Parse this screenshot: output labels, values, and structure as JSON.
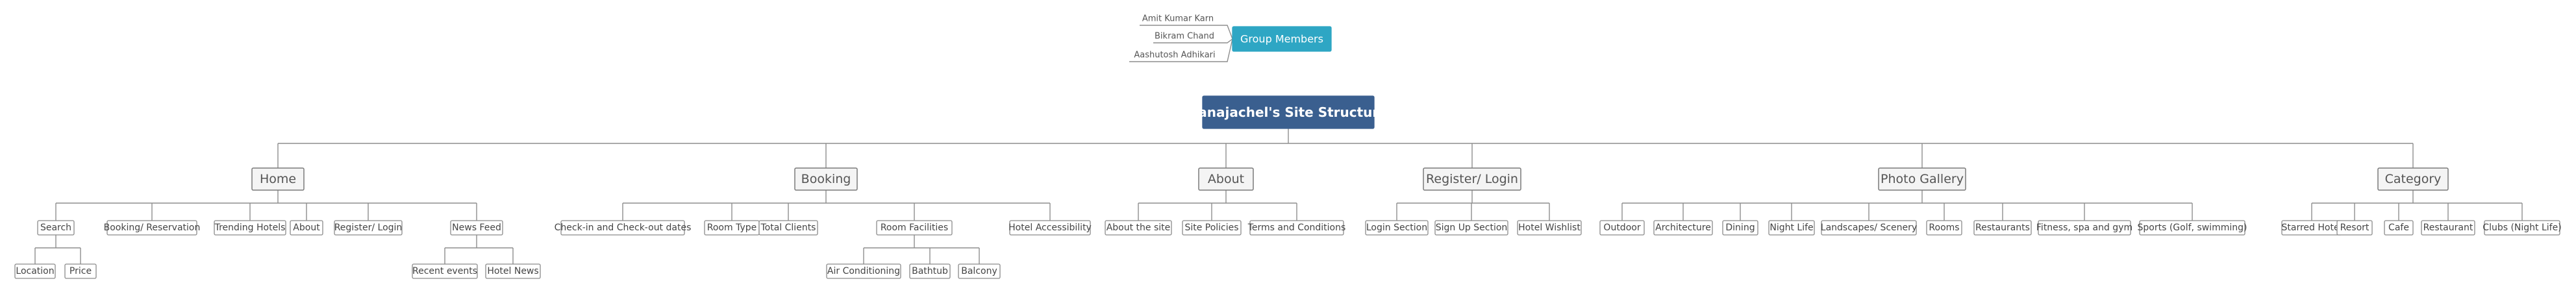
{
  "root": {
    "label": "Panajachel's Site Structure",
    "color": "#3a5f8f"
  },
  "group": {
    "label": "Group Members",
    "color": "#2ea6c4",
    "members": [
      "Amit Kumar Karn",
      "Bikram Chand",
      "Aashutosh Adhikari"
    ]
  },
  "categories": [
    {
      "label": "Home",
      "children": [
        {
          "label": "Search",
          "children": [
            "Location",
            "Price"
          ]
        },
        {
          "label": "Booking/ Reservation"
        },
        {
          "label": "Trending Hotels"
        },
        {
          "label": "About"
        },
        {
          "label": "Register/ Login"
        },
        {
          "label": "News Feed",
          "children": [
            "Recent events",
            "Hotel News"
          ]
        }
      ]
    },
    {
      "label": "Booking",
      "children": [
        {
          "label": "Check-in and Check-out dates"
        },
        {
          "label": "Room Type"
        },
        {
          "label": "Total Clients"
        },
        {
          "label": "Room Facilities",
          "children": [
            "Air Conditioning",
            "Bathtub",
            "Balcony"
          ]
        },
        {
          "label": "Hotel Accessibility"
        }
      ]
    },
    {
      "label": "About",
      "children": [
        {
          "label": "About the site"
        },
        {
          "label": "Site Policies"
        },
        {
          "label": "Terms and Conditions"
        }
      ]
    },
    {
      "label": "Register/ Login",
      "children": [
        {
          "label": "Login Section"
        },
        {
          "label": "Sign Up Section"
        },
        {
          "label": "Hotel Wishlist"
        }
      ]
    },
    {
      "label": "Photo Gallery",
      "children": [
        {
          "label": "Outdoor"
        },
        {
          "label": "Architecture"
        },
        {
          "label": "Dining"
        },
        {
          "label": "Night Life"
        },
        {
          "label": "Landscapes/ Scenery"
        },
        {
          "label": "Rooms"
        },
        {
          "label": "Restaurants"
        },
        {
          "label": "Fitness, spa and gym"
        },
        {
          "label": "Sports (Golf, swimming)"
        }
      ]
    },
    {
      "label": "Category",
      "children": [
        {
          "label": "Starred Hotel"
        },
        {
          "label": "Resort"
        },
        {
          "label": "Cafe"
        },
        {
          "label": "Restaurant"
        },
        {
          "label": "Clubs (Night Life)"
        }
      ]
    }
  ]
}
